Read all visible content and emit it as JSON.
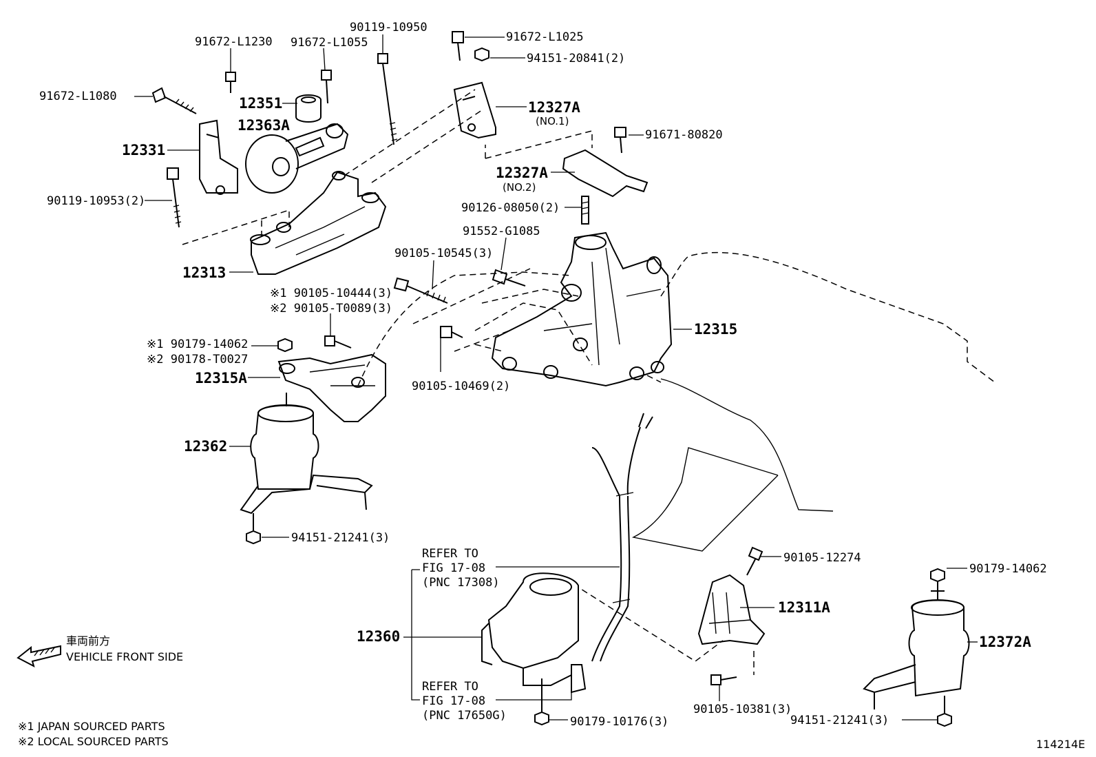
{
  "labels": {
    "p_91672_L1230": "91672-L1230",
    "p_91672_L1055": "91672-L1055",
    "p_90119_10950": "90119-10950",
    "p_91672_L1025": "91672-L1025",
    "p_94151_20841": "94151-20841(2)",
    "p_91672_L1080": "91672-L1080",
    "p_12351": "12351",
    "p_12363A": "12363A",
    "p_12327A_1": "12327A",
    "p_no1": "(NO.1)",
    "p_12331": "12331",
    "p_91671_80820": "91671-80820",
    "p_12327A_2": "12327A",
    "p_no2": "(NO.2)",
    "p_90119_10953": "90119-10953(2)",
    "p_90126_08050": "90126-08050(2)",
    "p_91552_G1085": "91552-G1085",
    "p_12313": "12313",
    "p_90105_10545": "90105-10545(3)",
    "p_90105_10444": "※1 90105-10444(3)",
    "p_90105_T0089": "※2 90105-T0089(3)",
    "p_12315": "12315",
    "p_90179_14062_a": "※1 90179-14062",
    "p_90178_T0027": "※2 90178-T0027",
    "p_12315A": "12315A",
    "p_90105_10469": "90105-10469(2)",
    "p_12362": "12362",
    "p_94151_21241_a": "94151-21241(3)",
    "p_90105_12274": "90105-12274",
    "p_90179_14062_b": "90179-14062",
    "p_12311A": "12311A",
    "p_12360": "12360",
    "p_12372A": "12372A",
    "p_90105_10381": "90105-10381(3)",
    "p_94151_21241_b": "94151-21241(3)",
    "p_90179_10176": "90179-10176(3)"
  },
  "refs": {
    "ref1": {
      "line1": "REFER TO",
      "line2": "FIG 17-08",
      "line3": "(PNC 17308)"
    },
    "ref2": {
      "line1": "REFER TO",
      "line2": "FIG 17-08",
      "line3": "(PNC 17650G)"
    }
  },
  "notes": {
    "front_jp": "車両前方",
    "front_en": "VEHICLE FRONT SIDE",
    "legend1": "※1 JAPAN SOURCED PARTS",
    "legend2": "※2 LOCAL SOURCED PARTS",
    "diagram_id": "114214E"
  }
}
